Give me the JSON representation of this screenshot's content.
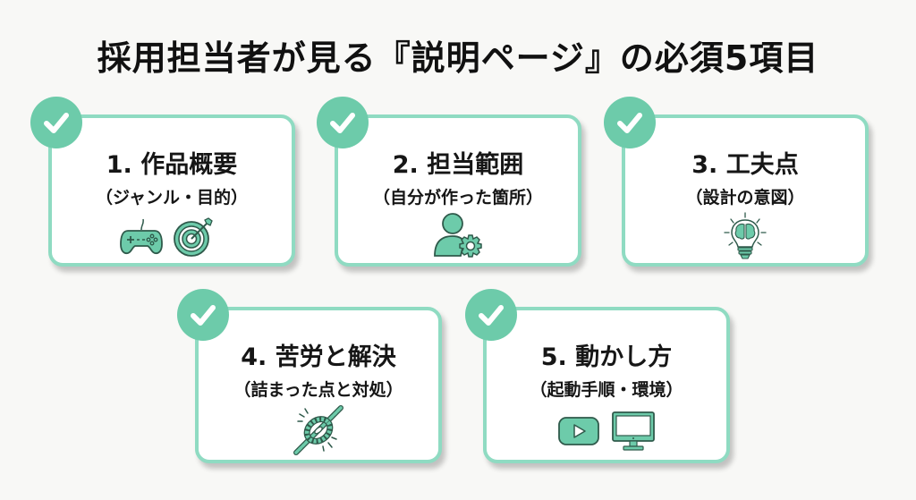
{
  "title": "採用担当者が見る『説明ページ』の必須5項目",
  "colors": {
    "accent": "#6dcbaa",
    "card_border": "#8fdbc2",
    "icon_stroke": "#2f5a4b",
    "background": "#f8f8f6",
    "text": "#161616"
  },
  "cards": [
    {
      "title": "1. 作品概要",
      "subtitle": "（ジャンル・目的）",
      "icons": [
        "game-controller-icon",
        "target-arrow-icon"
      ]
    },
    {
      "title": "2. 担当範囲",
      "subtitle": "（自分が作った箇所）",
      "icons": [
        "user-gear-icon"
      ]
    },
    {
      "title": "3. 工夫点",
      "subtitle": "（設計の意図）",
      "icons": [
        "lightbulb-brain-icon"
      ]
    },
    {
      "title": "4. 苦労と解決",
      "subtitle": "（詰まった点と対処）",
      "icons": [
        "rope-knot-icon"
      ]
    },
    {
      "title": "5. 動かし方",
      "subtitle": "（起動手順・環境）",
      "icons": [
        "video-play-icon",
        "monitor-icon"
      ]
    }
  ]
}
